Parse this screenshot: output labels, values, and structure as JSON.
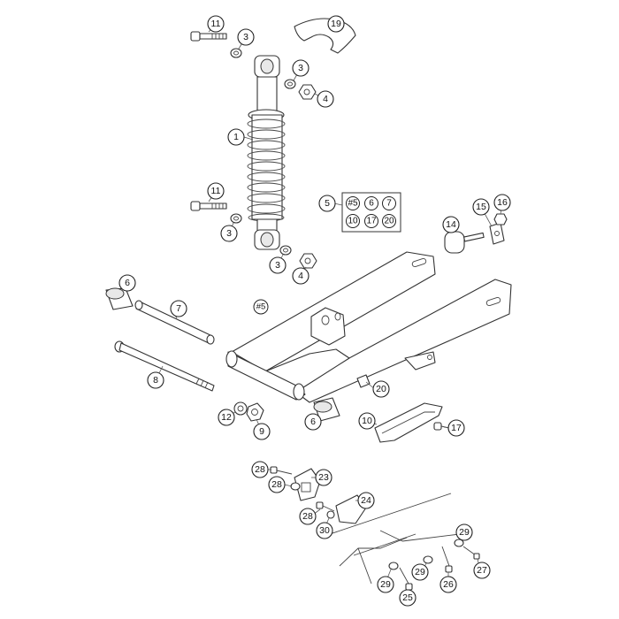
{
  "diagram": {
    "callouts": [
      {
        "id": "c11a",
        "label": "11"
      },
      {
        "id": "c3a",
        "label": "3"
      },
      {
        "id": "c19",
        "label": "19"
      },
      {
        "id": "c3b",
        "label": "3"
      },
      {
        "id": "c4a",
        "label": "4"
      },
      {
        "id": "c1",
        "label": "1"
      },
      {
        "id": "c11b",
        "label": "11"
      },
      {
        "id": "c3c",
        "label": "3"
      },
      {
        "id": "c5",
        "label": "5"
      },
      {
        "id": "c3d",
        "label": "3"
      },
      {
        "id": "c4b",
        "label": "4"
      },
      {
        "id": "c14",
        "label": "14"
      },
      {
        "id": "c15",
        "label": "15"
      },
      {
        "id": "c16",
        "label": "16"
      },
      {
        "id": "c6a",
        "label": "6"
      },
      {
        "id": "c7",
        "label": "7"
      },
      {
        "id": "c8",
        "label": "8"
      },
      {
        "id": "c20",
        "label": "20"
      },
      {
        "id": "c12",
        "label": "12"
      },
      {
        "id": "c9",
        "label": "9"
      },
      {
        "id": "c6b",
        "label": "6"
      },
      {
        "id": "c10",
        "label": "10"
      },
      {
        "id": "c17",
        "label": "17"
      },
      {
        "id": "c28a",
        "label": "28"
      },
      {
        "id": "c28b",
        "label": "28"
      },
      {
        "id": "c23",
        "label": "23"
      },
      {
        "id": "c24",
        "label": "24"
      },
      {
        "id": "c28c",
        "label": "28"
      },
      {
        "id": "c30",
        "label": "30"
      },
      {
        "id": "c29a",
        "label": "29"
      },
      {
        "id": "c27",
        "label": "27"
      },
      {
        "id": "c29b",
        "label": "29"
      },
      {
        "id": "c29c",
        "label": "29"
      },
      {
        "id": "c25",
        "label": "25"
      },
      {
        "id": "c26",
        "label": "26"
      }
    ],
    "kit_box": {
      "items": [
        "#5",
        "6",
        "7",
        "10",
        "17",
        "20"
      ]
    },
    "swingarm_label": "#5"
  },
  "colors": {
    "line": "#333333",
    "fill": "#ffffff",
    "shade": "#e8e8e8"
  }
}
